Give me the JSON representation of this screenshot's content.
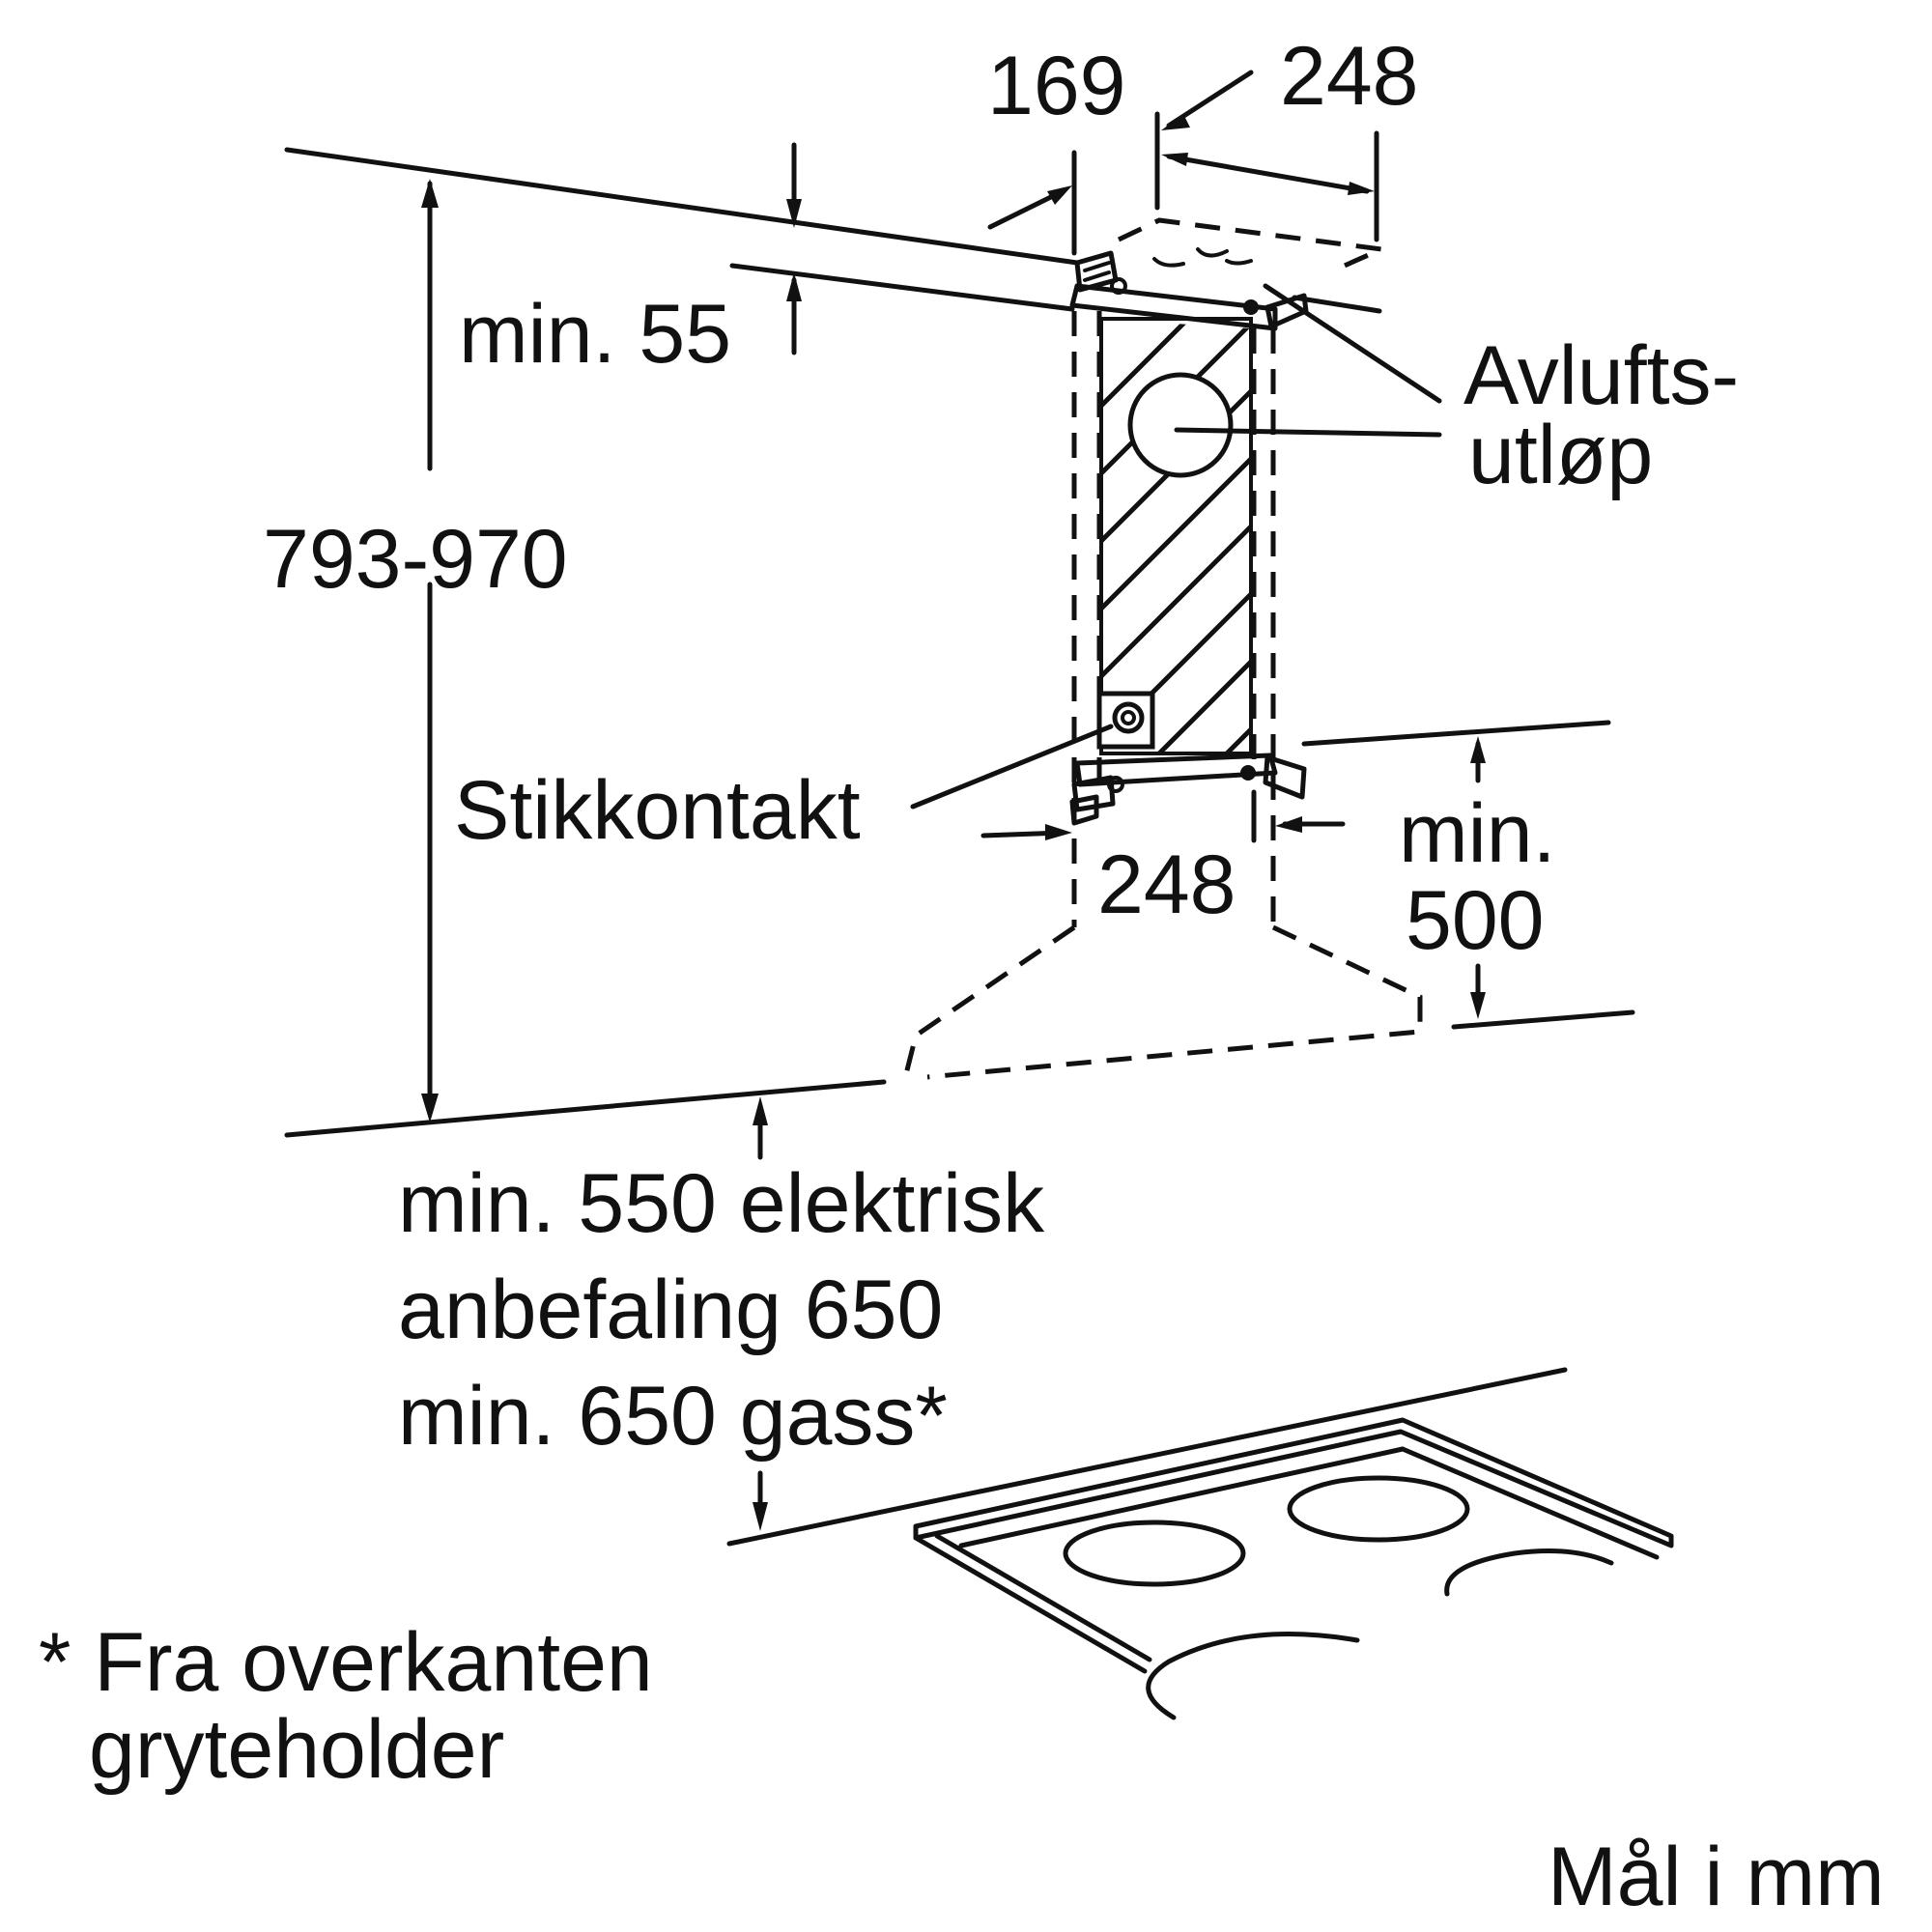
{
  "dimensions": {
    "hood_depth": "169",
    "chimney_width_top": "248",
    "chimney_width_bottom": "248",
    "ceiling_clearance": "min. 55",
    "total_height": "793-970",
    "below_cabinet_1": "min.",
    "below_cabinet_2": "500"
  },
  "labels": {
    "exhaust_outlet_1": "Avlufts-",
    "exhaust_outlet_2": "utløp",
    "socket": "Stikkontakt"
  },
  "hob_distance": {
    "line_1": "min. 550 elektrisk",
    "line_2": "anbefaling 650",
    "line_3": "min. 650 gass*"
  },
  "footnote": {
    "line_1": "* Fra overkanten",
    "line_2": "gryteholder"
  },
  "units_note": "Mål i mm"
}
